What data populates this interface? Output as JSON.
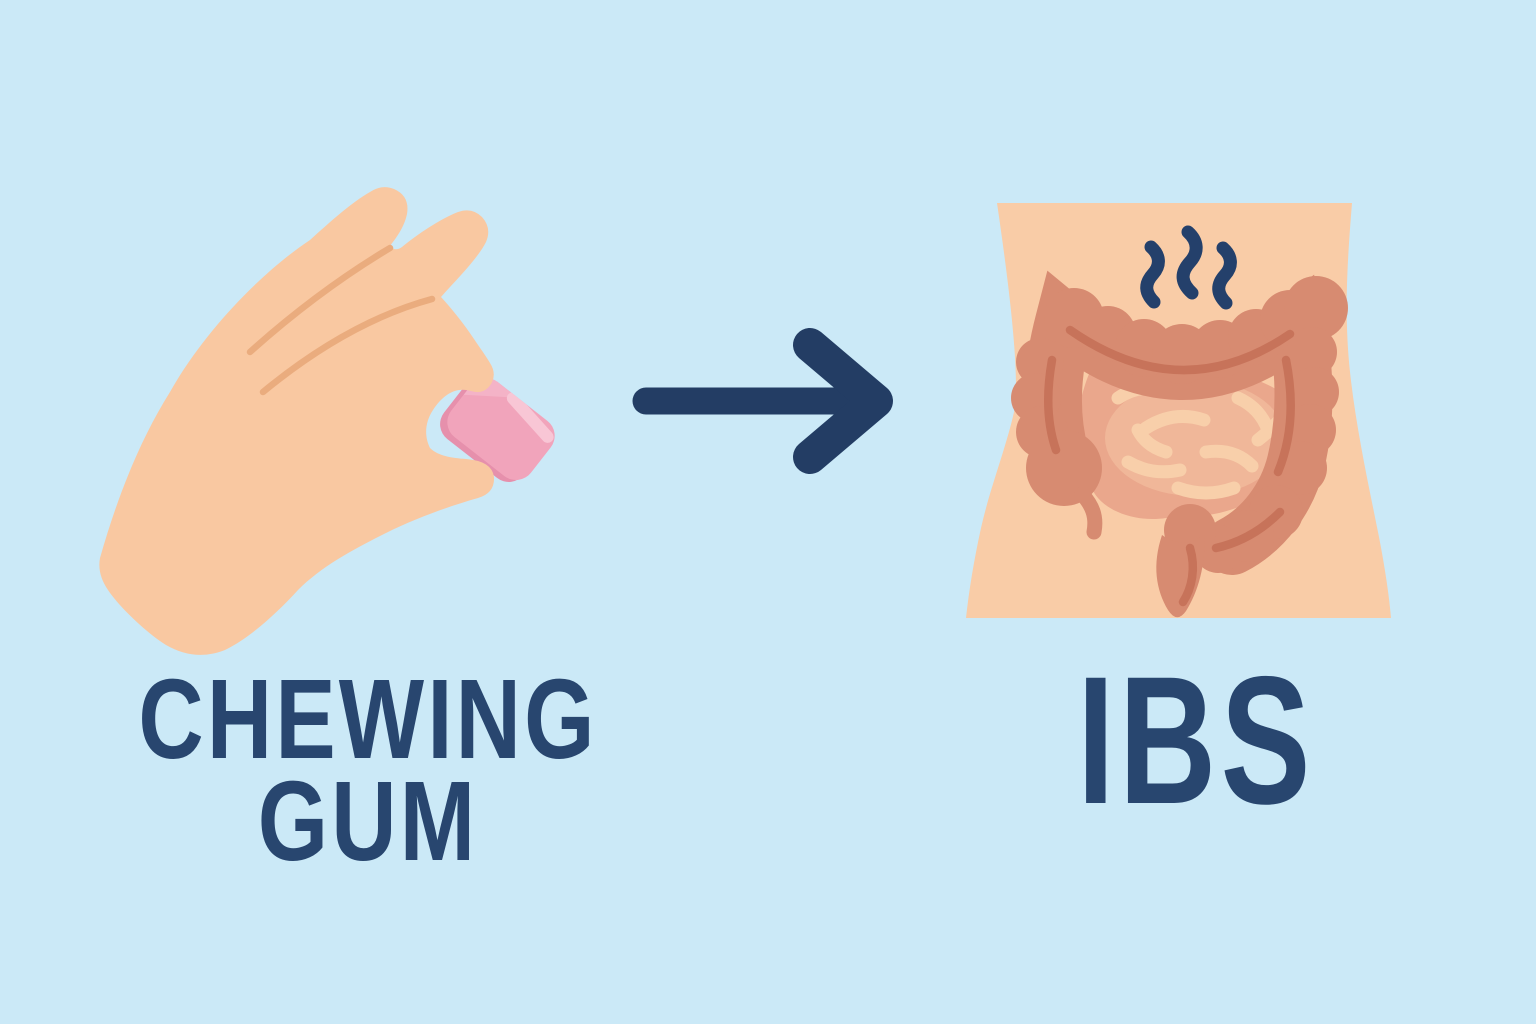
{
  "title": "Chewing gum leads to IBS illustration",
  "background_color": "#CBE9F7",
  "cause": {
    "label_line1": "CHEWING",
    "label_line2": "GUM",
    "icon": "hand-holding-gum-icon"
  },
  "relation": {
    "icon": "right-arrow-icon",
    "meaning": "leads to"
  },
  "effect": {
    "label": "IBS",
    "icon": "abdomen-with-intestines-icon",
    "detail_icons": [
      "steam-smell-squiggles-icon",
      "large-intestine-icon",
      "small-intestine-icon"
    ]
  },
  "colors": {
    "background": "#CBE9F7",
    "navy_text": "#28466F",
    "navy_arrow": "#233D64",
    "navy_steam": "#24406B",
    "hand_skin": "#F9C8A1",
    "hand_crease": "#EAAC7E",
    "torso_skin": "#F9CCA7",
    "large_intestine": "#D78B71",
    "intestine_crease": "#C7735A",
    "small_intestine": "#EAA78C",
    "small_intestine_highlight": "#F8CFAA",
    "gum_main": "#F1A4BB",
    "gum_shadow": "#E690AC",
    "gum_facet": "#F4B3C7",
    "gum_gloss": "#F8C6D5"
  }
}
